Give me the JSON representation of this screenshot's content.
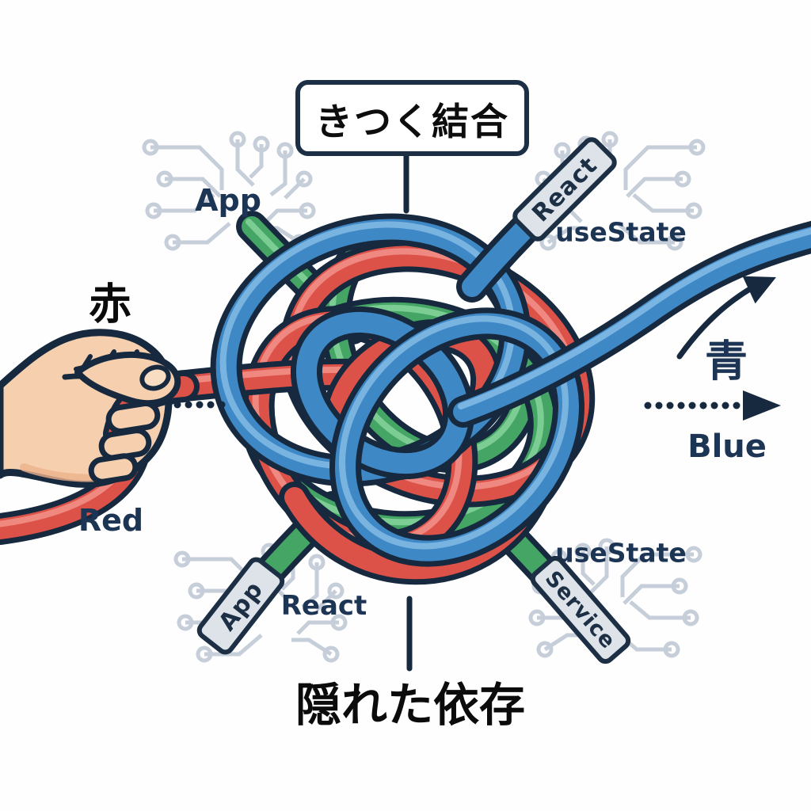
{
  "title_box": {
    "label": "きつく結合"
  },
  "caption": {
    "label": "隠れた依存"
  },
  "red_cable": {
    "kanji": "赤",
    "name": "Red"
  },
  "blue_cable": {
    "kanji": "青",
    "name": "Blue"
  },
  "component_labels": {
    "app_top": "App",
    "usestate_top": "useState",
    "react_bottom": "React",
    "usestate_bottom": "useState"
  },
  "cable_tags": {
    "react": "React",
    "app": "App",
    "service": "Service"
  },
  "colors": {
    "red_cable": "#dc5248",
    "blue_cable": "#3f88c6",
    "green_cable": "#44a565",
    "outline_navy": "#16293e",
    "circuit_trace": "#c5ced9",
    "skin": "#f6cfae",
    "tag_background": "#dde3e9"
  }
}
